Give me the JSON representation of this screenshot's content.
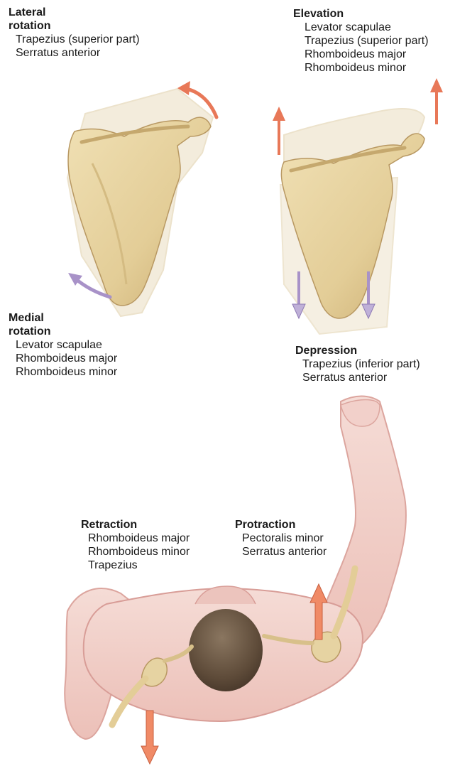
{
  "panels": {
    "lateral_rotation": {
      "title_line1": "Lateral",
      "title_line2": "rotation",
      "muscles": [
        "Trapezius (superior part)",
        "Serratus anterior"
      ]
    },
    "elevation": {
      "title": "Elevation",
      "muscles": [
        "Levator scapulae",
        "Trapezius (superior part)",
        "Rhomboideus major",
        "Rhomboideus minor"
      ]
    },
    "medial_rotation": {
      "title_line1": "Medial",
      "title_line2": "rotation",
      "muscles": [
        "Levator scapulae",
        "Rhomboideus major",
        "Rhomboideus minor"
      ]
    },
    "depression": {
      "title": "Depression",
      "muscles": [
        "Trapezius (inferior part)",
        "Serratus anterior"
      ]
    },
    "retraction": {
      "title": "Retraction",
      "muscles": [
        "Rhomboideus major",
        "Rhomboideus minor",
        "Trapezius"
      ]
    },
    "protraction": {
      "title": "Protraction",
      "muscles": [
        "Pectoralis minor",
        "Serratus anterior"
      ]
    }
  },
  "colors": {
    "bone_fill": "#e6d3a2",
    "bone_shadow": "#c8ad73",
    "ghost_bone": "#f2ead8",
    "arrow_up": "#f08a66",
    "arrow_down": "#bfb0d8",
    "skin": "#f1cdc7",
    "skin_edge": "#d89d97",
    "head": "#6e5a46"
  }
}
